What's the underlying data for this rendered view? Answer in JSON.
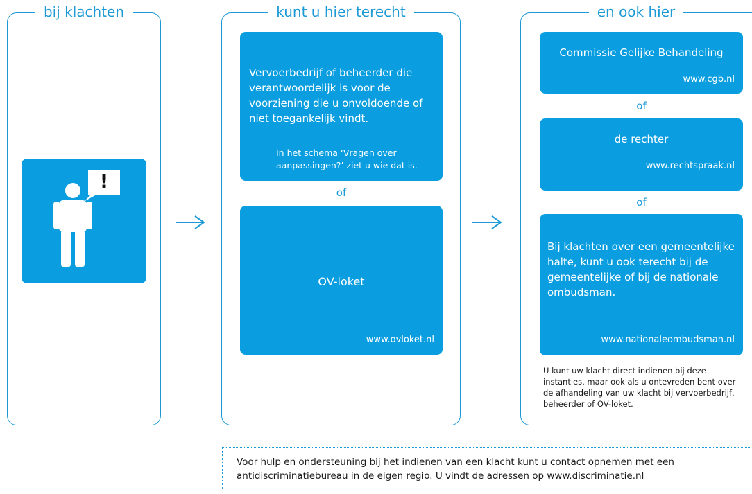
{
  "columns": [
    {
      "title": "bij klachten"
    },
    {
      "title": "kunt u hier terecht"
    },
    {
      "title": "en ook hier"
    }
  ],
  "icon": {
    "name": "complaining-person-icon",
    "mark": "!"
  },
  "middle": {
    "box1": {
      "main": "Vervoerbedrijf of beheerder die verantwoordelijk is voor de voorziening die u onvoldoende of niet toegankelijk vindt.",
      "note": "In het schema ‘Vragen over aanpassingen?’ ziet u wie dat is."
    },
    "of": "of",
    "box2": {
      "title": "OV-loket",
      "url": "www.ovloket.nl"
    }
  },
  "right": {
    "box1": {
      "title": "Commissie Gelijke Behandeling",
      "url": "www.cgb.nl"
    },
    "of1": "of",
    "box2": {
      "title": "de rechter",
      "url": "www.rechtspraak.nl"
    },
    "of2": "of",
    "box3": {
      "text": "Bij klachten over een gemeentelijke halte, kunt u ook terecht bij de gemeentelijke of bij de nationale ombudsman.",
      "url": "www.nationaleombudsman.nl"
    },
    "note": "U kunt uw klacht direct indienen bij deze instanties, maar ook als u ontevreden bent over de afhandeling van uw klacht bij vervoerbedrijf, beheerder of OV-loket."
  },
  "footer": "Voor hulp en ondersteuning bij het indienen van een klacht kunt u contact opnemen met een antidiscriminatiebureau in de eigen regio. U vindt de adressen op www.discriminatie.nl",
  "colors": {
    "accent": "#1d9ad6",
    "box": "#0a9ee0"
  }
}
